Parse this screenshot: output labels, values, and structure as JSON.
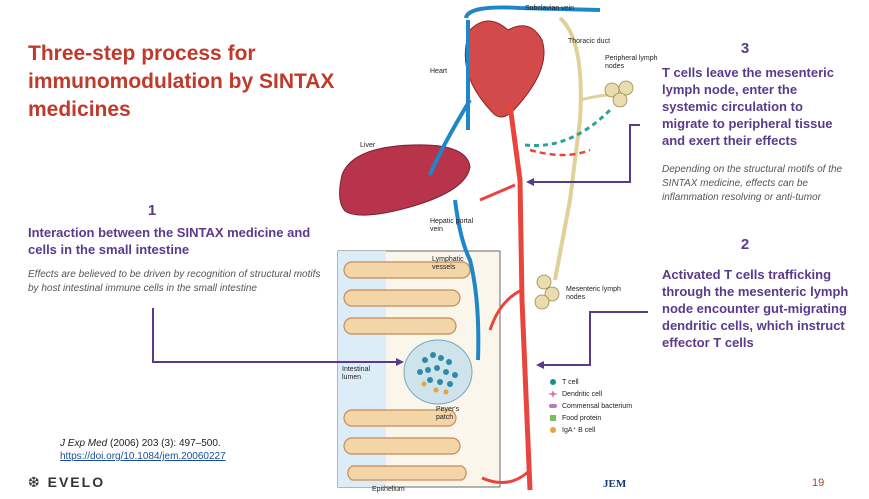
{
  "slide": {
    "title": "Three-step process for immunomodulation by SINTAX medicines",
    "page_number": "19",
    "logo_text": "EVELO",
    "source_label": "JEM",
    "citation": {
      "journal": "J Exp Med",
      "details": "(2006) 203 (3): 497–500.",
      "doi": "https://doi.org/10.1084/jem.20060227"
    }
  },
  "steps": [
    {
      "number": "1",
      "heading": "Interaction between the SINTAX medicine and cells in the small intestine",
      "description": "Effects are believed to be driven by recognition of structural motifs by host intestinal immune cells in the small intestine"
    },
    {
      "number": "2",
      "heading": "Activated T cells trafficking through the mesenteric lymph node encounter gut-migrating dendritic cells, which instruct effector T cells",
      "description": ""
    },
    {
      "number": "3",
      "heading": "T cells leave the mesenteric lymph node, enter the systemic circulation to migrate to peripheral tissue and exert their effects",
      "description": "Depending on the structural motifs of the SINTAX medicine, effects can be inflammation resolving or anti-tumor"
    }
  ],
  "diagram": {
    "labels": {
      "subclavian_vein": "Subclavian vein",
      "thoracic_duct": "Thoracic duct",
      "heart": "Heart",
      "peripheral_lymph_nodes": "Peripheral lymph nodes",
      "liver": "Liver",
      "hepatic_portal_vein": "Hepatic portal vein",
      "lymphatic_vessels": "Lymphatic vessels",
      "mesenteric_lymph_nodes": "Mesenteric lymph nodes",
      "intestinal_lumen": "Intestinal lumen",
      "peyers_patch": "Peyer's patch",
      "epithelium": "Epithelium"
    },
    "legend": [
      {
        "label": "T cell",
        "color": "#1a8f8f"
      },
      {
        "label": "Dendritic cell",
        "color": "#d96aa7"
      },
      {
        "label": "Commensal bacterium",
        "color": "#b07cc6"
      },
      {
        "label": "Food protein",
        "color": "#7cbf5a"
      },
      {
        "label": "IgA⁺ B cell",
        "color": "#e8a33a"
      }
    ]
  }
}
